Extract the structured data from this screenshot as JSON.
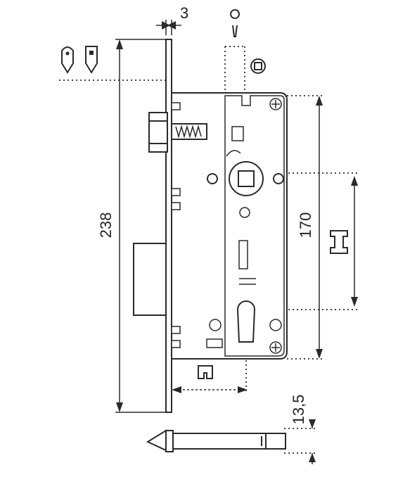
{
  "diagram": {
    "dimensions": {
      "faceplate_thickness": "3",
      "overall_height": "238",
      "handle_to_cylinder_distance": "170",
      "bottom_thickness": "13,5"
    },
    "icons": {
      "latch_types": "key-latch-icons",
      "keyhole": "keyhole-icon",
      "spindle": "square-spindle-icon",
      "cylinder_profile": "cylinder-profile-icon",
      "backset_marker": "backset-marker-icon"
    },
    "colors": {
      "line": "#2a2a2a",
      "dotted": "#444444",
      "fill": "#ffffff"
    }
  }
}
